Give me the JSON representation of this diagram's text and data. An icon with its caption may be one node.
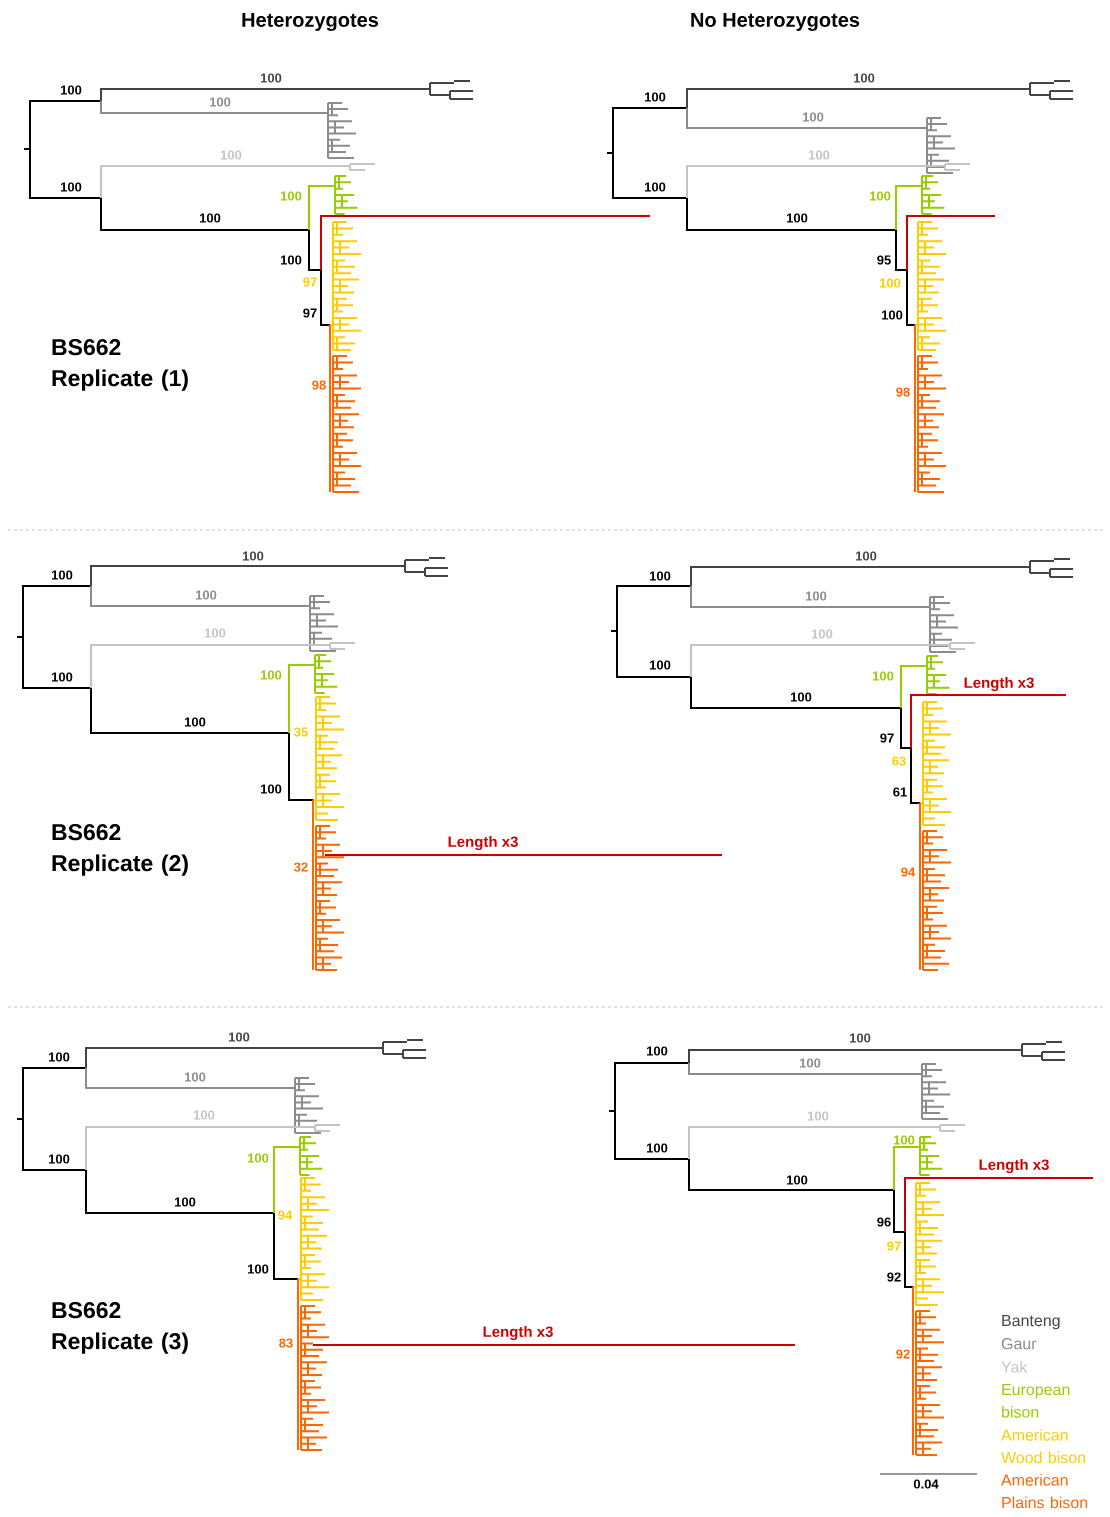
{
  "diagram": {
    "labels": [
      "Heterozygotes",
      "No Heterozygotes",
      "100",
      "100",
      "100",
      "100",
      "100",
      "100",
      "100",
      "100",
      "97",
      "97",
      "98",
      "BS662 Replicate (1)",
      "100",
      "100",
      "100",
      "100",
      "100",
      "100",
      "100",
      "95",
      "100",
      "100",
      "98",
      "100",
      "100",
      "100",
      "100",
      "100",
      "100",
      "100",
      "35",
      "100",
      "BS662 Replicate (2)",
      "Length x3",
      "32",
      "100",
      "100",
      "100",
      "100",
      "100",
      "100",
      "Length x3",
      "100",
      "97",
      "63",
      "61",
      "94",
      "100",
      "100",
      "100",
      "100",
      "100",
      "100",
      "100",
      "94",
      "100",
      "BS662 Replicate (3)",
      "Length x3",
      "83",
      "100",
      "100",
      "100",
      "100",
      "100",
      "100",
      "Length x3",
      "100",
      "96",
      "97",
      "92",
      "92",
      "0.04"
    ],
    "legend": [
      {
        "text": "Banteng",
        "color": "#444444"
      },
      {
        "text": "Gaur",
        "color": "#8c8c8c"
      },
      {
        "text": "Yak",
        "color": "#c4c4c4"
      },
      {
        "text": "European bison",
        "color": "#99cc00"
      },
      {
        "text": "American Wood bison",
        "color": "#ffcc00"
      },
      {
        "text": "American Plains bison",
        "color": "#ff6600"
      }
    ]
  }
}
